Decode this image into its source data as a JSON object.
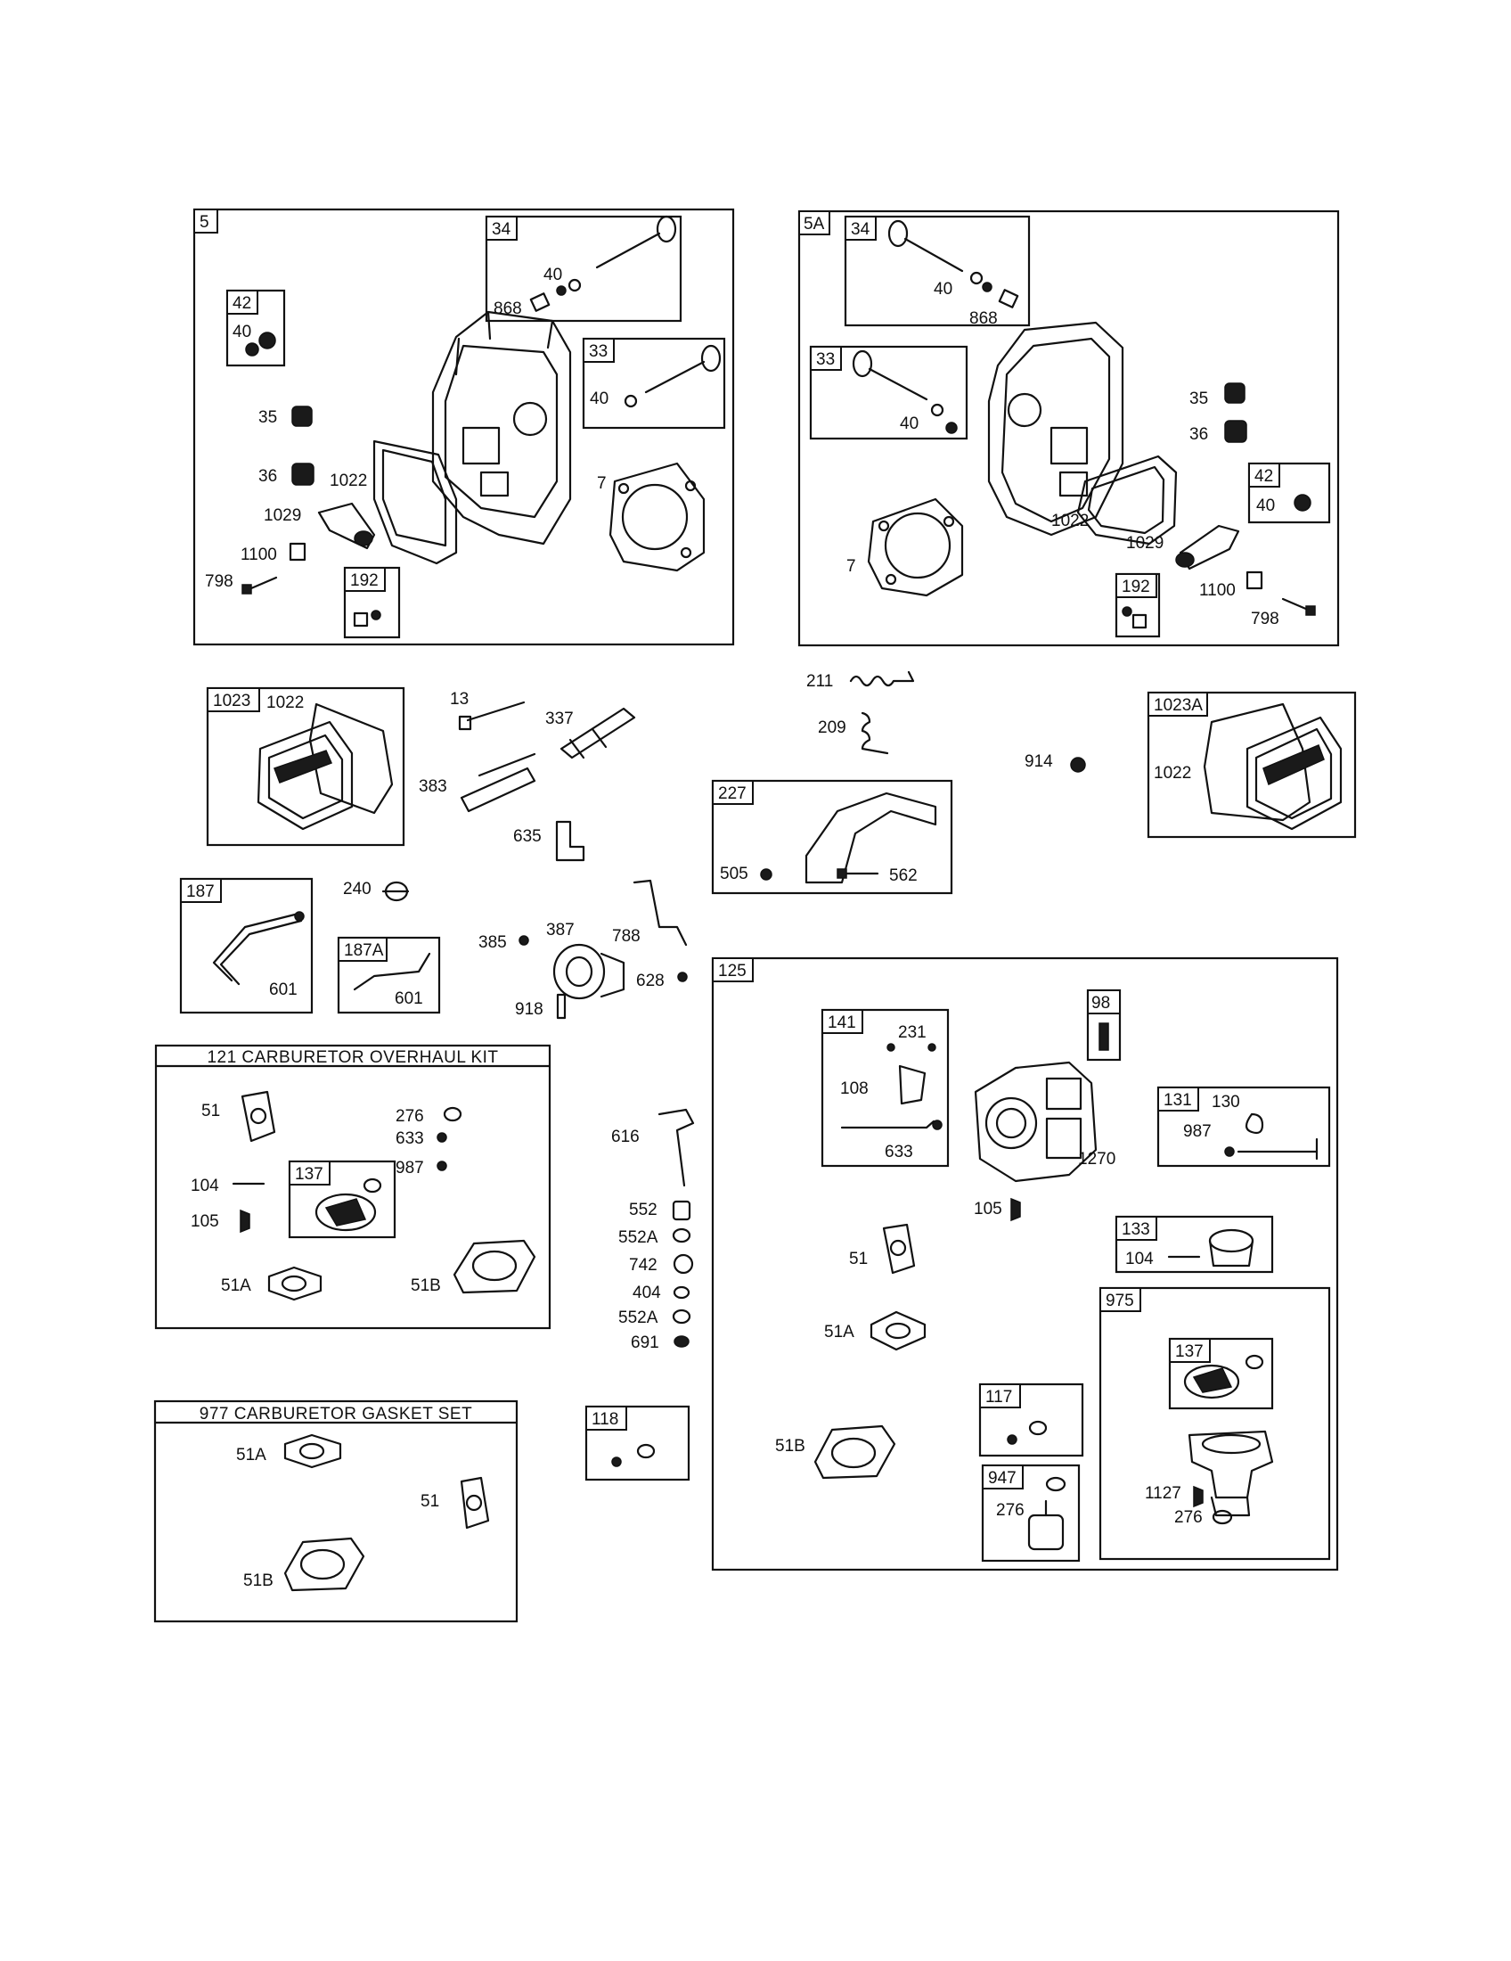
{
  "callout_boxes": {
    "b5": "5",
    "b5_34": "34",
    "b5_42": "42",
    "b5_33": "33",
    "b5_192": "192",
    "b5A": "5A",
    "b5A_34": "34",
    "b5A_33": "33",
    "b5A_42": "42",
    "b5A_192": "192",
    "b1023": "1023",
    "b1023A": "1023A",
    "b227": "227",
    "b187": "187",
    "b187A": "187A",
    "b125": "125",
    "b141": "141",
    "b98": "98",
    "b131": "131",
    "b133": "133",
    "b975": "975",
    "b137a": "137",
    "b137b": "137",
    "b117": "117",
    "b947": "947",
    "b118": "118"
  },
  "kits": {
    "overhaul_title": "121 CARBURETOR OVERHAUL KIT",
    "gasket_title": "977 CARBURETOR GASKET SET"
  },
  "labels": {
    "l5_40a": "40",
    "l5_868": "868",
    "l5_40b": "40",
    "l5_40c": "40",
    "l5_35": "35",
    "l5_36": "36",
    "l5_1022": "1022",
    "l5_7": "7",
    "l5_1029": "1029",
    "l5_1100": "1100",
    "l5_798": "798",
    "l5A_40a": "40",
    "l5A_868": "868",
    "l5A_40b": "40",
    "l5A_35": "35",
    "l5A_36": "36",
    "l5A_40c": "40",
    "l5A_1022": "1022",
    "l5A_7": "7",
    "l5A_1029": "1029",
    "l5A_1100": "1100",
    "l5A_798": "798",
    "l1022a": "1022",
    "l13": "13",
    "l337": "337",
    "l383": "383",
    "l635": "635",
    "l211": "211",
    "l209": "209",
    "l914": "914",
    "l1022b": "1022",
    "l505": "505",
    "l562": "562",
    "l601a": "601",
    "l601b": "601",
    "l240": "240",
    "l385": "385",
    "l387": "387",
    "l788": "788",
    "l628": "628",
    "l918": "918",
    "lk_51": "51",
    "lk_276": "276",
    "lk_633": "633",
    "lk_987": "987",
    "lk_104": "104",
    "lk_105": "105",
    "lk_51A": "51A",
    "lk_51B": "51B",
    "lc_616": "616",
    "lc_552": "552",
    "lc_552A1": "552A",
    "lc_742": "742",
    "lc_404": "404",
    "lc_552A2": "552A",
    "lc_691": "691",
    "lg_51A": "51A",
    "lg_51": "51",
    "lg_51B": "51B",
    "l125_231": "231",
    "l125_108": "108",
    "l125_633": "633",
    "l125_1270": "1270",
    "l125_130": "130",
    "l125_987": "987",
    "l125_105": "105",
    "l125_51": "51",
    "l125_104": "104",
    "l125_51A": "51A",
    "l125_51B": "51B",
    "l125_1127": "1127",
    "l125_276a": "276",
    "l125_276b": "276"
  }
}
